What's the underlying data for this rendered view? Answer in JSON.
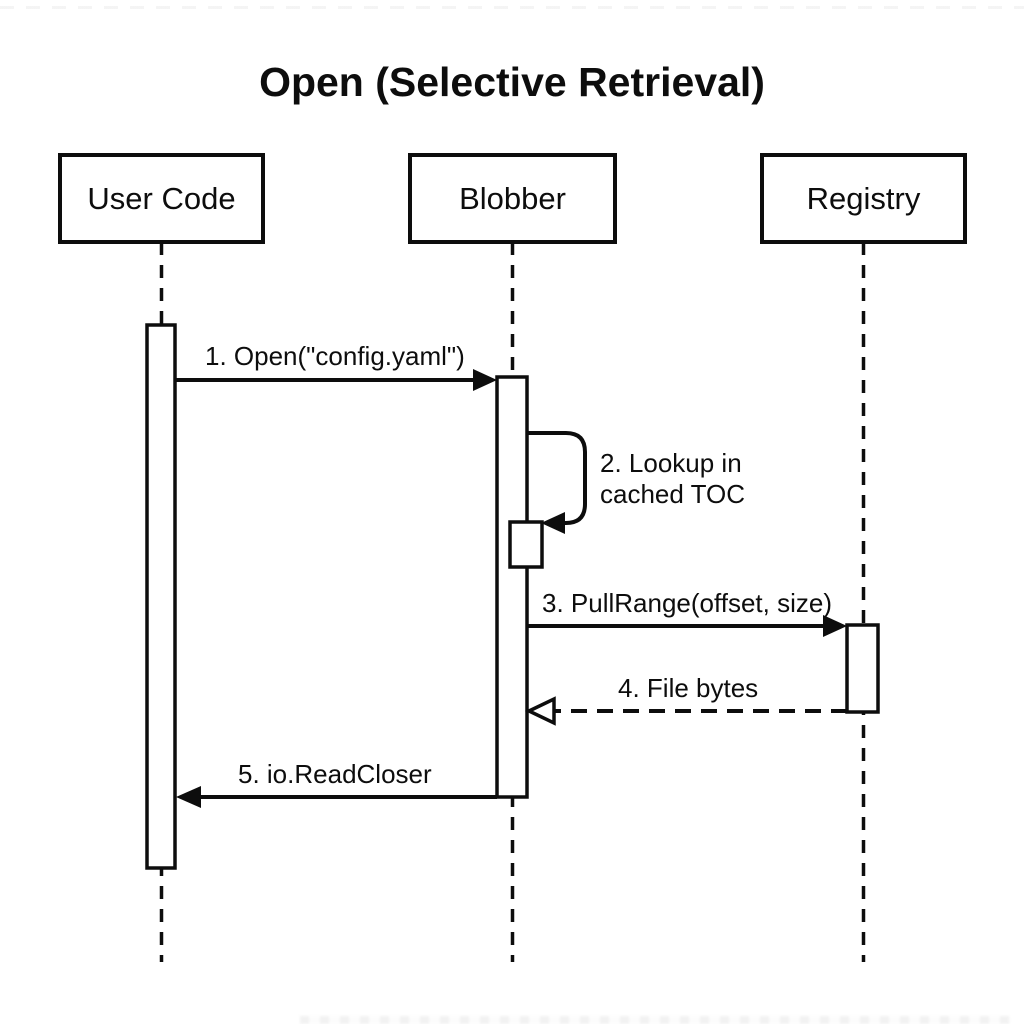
{
  "title": "Open (Selective Retrieval)",
  "colors": {
    "ink": "#0d0d0d",
    "background": "#ffffff"
  },
  "participants": [
    {
      "label": "User Code"
    },
    {
      "label": "Blobber"
    },
    {
      "label": "Registry"
    }
  ],
  "messages": [
    {
      "label": "1. Open(\"config.yaml\")",
      "from": "User Code",
      "to": "Blobber",
      "line": "solid",
      "arrowhead": "filled"
    },
    {
      "line1": "2. Lookup in",
      "line2": "cached TOC",
      "from": "Blobber",
      "to": "Blobber",
      "line": "solid-self-loop",
      "arrowhead": "filled"
    },
    {
      "label": "3. PullRange(offset, size)",
      "from": "Blobber",
      "to": "Registry",
      "line": "solid",
      "arrowhead": "filled"
    },
    {
      "label": "4. File bytes",
      "from": "Registry",
      "to": "Blobber",
      "line": "dashed",
      "arrowhead": "open"
    },
    {
      "label": "5. io.ReadCloser",
      "from": "Blobber",
      "to": "User Code",
      "line": "solid",
      "arrowhead": "filled"
    }
  ]
}
